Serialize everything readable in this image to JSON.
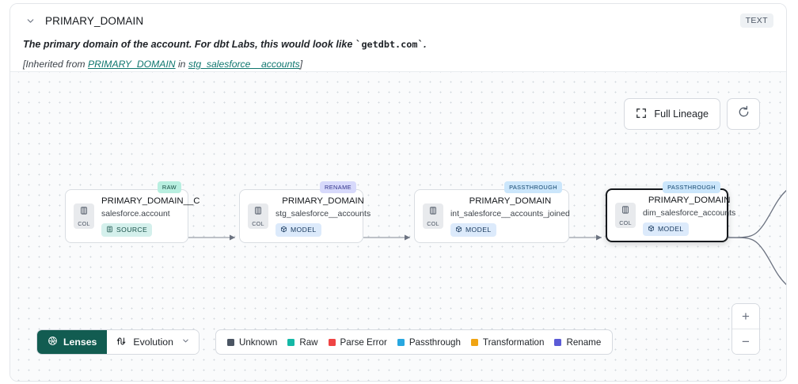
{
  "header": {
    "chevron_icon": "chevron-down-icon",
    "title": "PRIMARY_DOMAIN",
    "type_badge": "TEXT",
    "description_prefix": "The primary domain of the account. For dbt Labs, this would look like ",
    "description_code": "getdbt.com",
    "description_suffix": ".",
    "inherited_prefix": "[Inherited from ",
    "inherited_column": "PRIMARY_DOMAIN",
    "inherited_middle": " in ",
    "inherited_table": "stg_salesforce__accounts",
    "inherited_suffix": "]"
  },
  "toolbar": {
    "full_lineage_label": "Full Lineage",
    "full_lineage_icon": "expand-icon",
    "refresh_icon": "refresh-icon"
  },
  "zoom_controls": {
    "zoom_in_label": "+",
    "zoom_out_label": "−"
  },
  "lineage": {
    "col_chip_label": "COL",
    "nodes": [
      {
        "tag": "RAW",
        "tag_class": "tag-raw",
        "column": "PRIMARY_DOMAIN__C",
        "table": "salesforce.account",
        "kind": "SOURCE",
        "kind_class": "kind-source",
        "kind_icon": "database-icon",
        "selected": false
      },
      {
        "tag": "RENAME",
        "tag_class": "tag-rename",
        "column": "PRIMARY_DOMAIN",
        "table": "stg_salesforce__accounts",
        "kind": "MODEL",
        "kind_class": "kind-model",
        "kind_icon": "cube-icon",
        "selected": false
      },
      {
        "tag": "PASSTHROUGH",
        "tag_class": "tag-passthrough",
        "column": "PRIMARY_DOMAIN",
        "table": "int_salesforce__accounts_joined",
        "kind": "MODEL",
        "kind_class": "kind-model",
        "kind_icon": "cube-icon",
        "selected": false
      },
      {
        "tag": "PASSTHROUGH",
        "tag_class": "tag-passthrough",
        "column": "PRIMARY_DOMAIN",
        "table": "dim_salesforce_accounts",
        "kind": "MODEL",
        "kind_class": "kind-model",
        "kind_icon": "cube-icon",
        "selected": true
      }
    ]
  },
  "bottom_bar": {
    "lenses_label": "Lenses",
    "lenses_icon": "aperture-icon",
    "evolution_label": "Evolution",
    "evolution_icon": "evolution-icon",
    "evolution_caret_icon": "chevron-down-icon",
    "legend": [
      {
        "label": "Unknown",
        "color": "#4b5563"
      },
      {
        "label": "Raw",
        "color": "#14b8a6"
      },
      {
        "label": "Parse Error",
        "color": "#ef4444"
      },
      {
        "label": "Passthrough",
        "color": "#28a7e0"
      },
      {
        "label": "Transformation",
        "color": "#f0a413"
      },
      {
        "label": "Rename",
        "color": "#5b5bd6"
      }
    ]
  }
}
